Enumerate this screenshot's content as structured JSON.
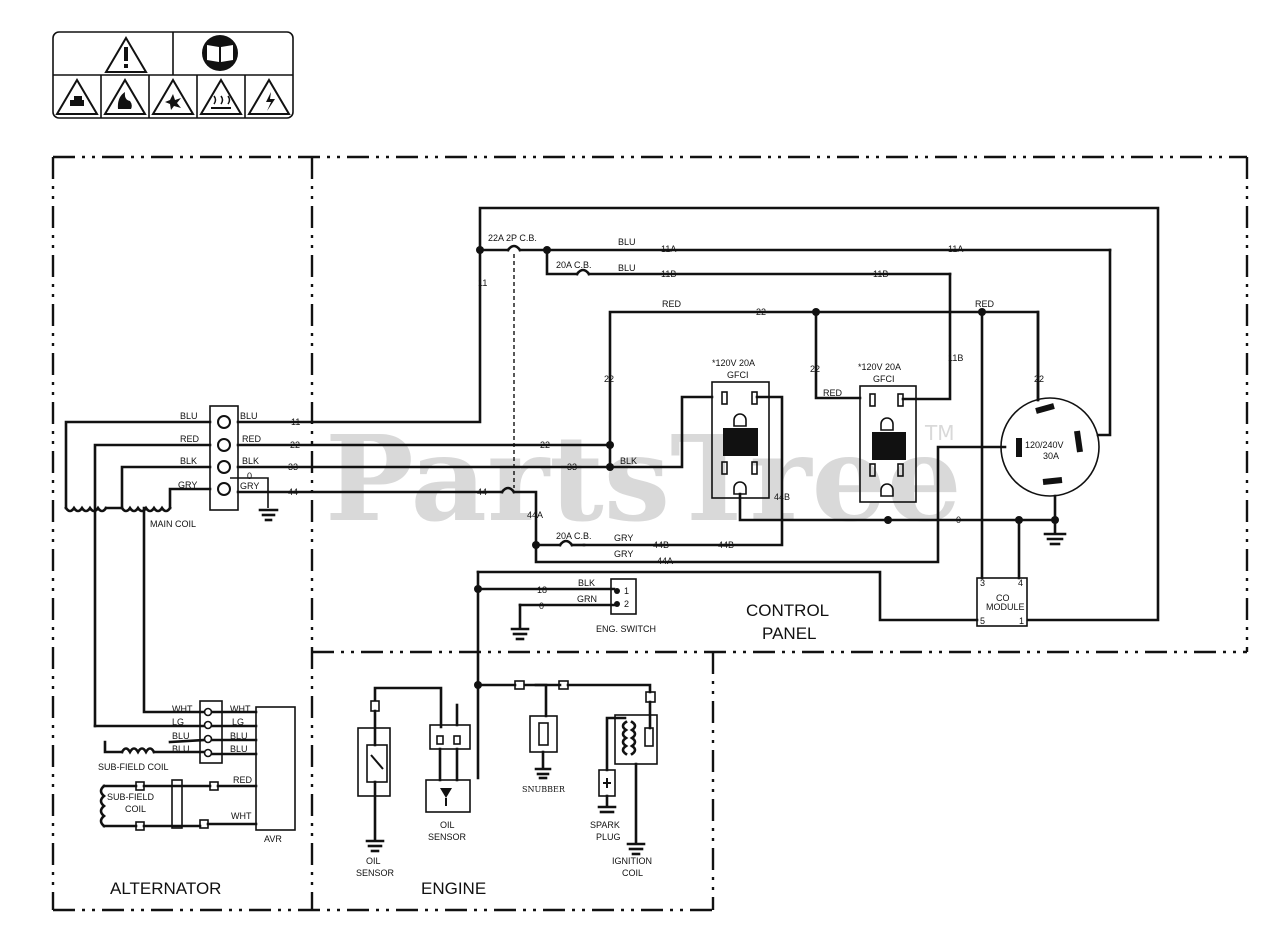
{
  "watermark": {
    "text": "PartsTree",
    "tm": "TM"
  },
  "sections": {
    "alternator": "ALTERNATOR",
    "engine": "ENGINE",
    "control_panel_1": "CONTROL",
    "control_panel_2": "PANEL"
  },
  "breakers": {
    "main": "22A 2P C.B.",
    "cb_11b": "20A C.B.",
    "cb_44b": "20A C.B."
  },
  "outlets": {
    "gfci_1_line1": "*120V 20A",
    "gfci_1_line2": "GFCI",
    "gfci_2_line1": "*120V 20A",
    "gfci_2_line2": "GFCI",
    "twist_line1": "120/240V",
    "twist_line2": "30A"
  },
  "wire_labels": {
    "blu": "BLU",
    "red": "RED",
    "blk": "BLK",
    "gry": "GRY",
    "grn": "GRN",
    "wht": "WHT",
    "lg": "LG",
    "n11": "11",
    "n11a": "11A",
    "n11b": "11B",
    "n22": "22",
    "n33": "33",
    "n44": "44",
    "n44a": "44A",
    "n44b": "44B",
    "n0": "0",
    "n18": "18"
  },
  "components": {
    "main_coil": "MAIN COIL",
    "sub_field_coil": "SUB-FIELD COIL",
    "sub_field_coil_2a": "SUB-FIELD",
    "sub_field_coil_2b": "COIL",
    "avr": "AVR",
    "eng_switch": "ENG. SWITCH",
    "co_module_1": "CO",
    "co_module_2": "MODULE",
    "co_pin_3": "3",
    "co_pin_4": "4",
    "co_pin_5": "5",
    "co_pin_1": "1",
    "sw_pin_1": "1",
    "sw_pin_2": "2",
    "oil_sensor_a1": "OIL",
    "oil_sensor_a2": "SENSOR",
    "oil_sensor_b1": "OIL",
    "oil_sensor_b2": "SENSOR",
    "snubber": "SNUBBER",
    "spark_plug_1": "SPARK",
    "spark_plug_2": "PLUG",
    "ignition_coil_1": "IGNITION",
    "ignition_coil_2": "COIL"
  },
  "warning_icons": [
    "warning-icon",
    "manual-icon",
    "toxic-fumes-icon",
    "fire-icon",
    "explosion-icon",
    "hot-surface-icon",
    "electric-shock-icon"
  ]
}
